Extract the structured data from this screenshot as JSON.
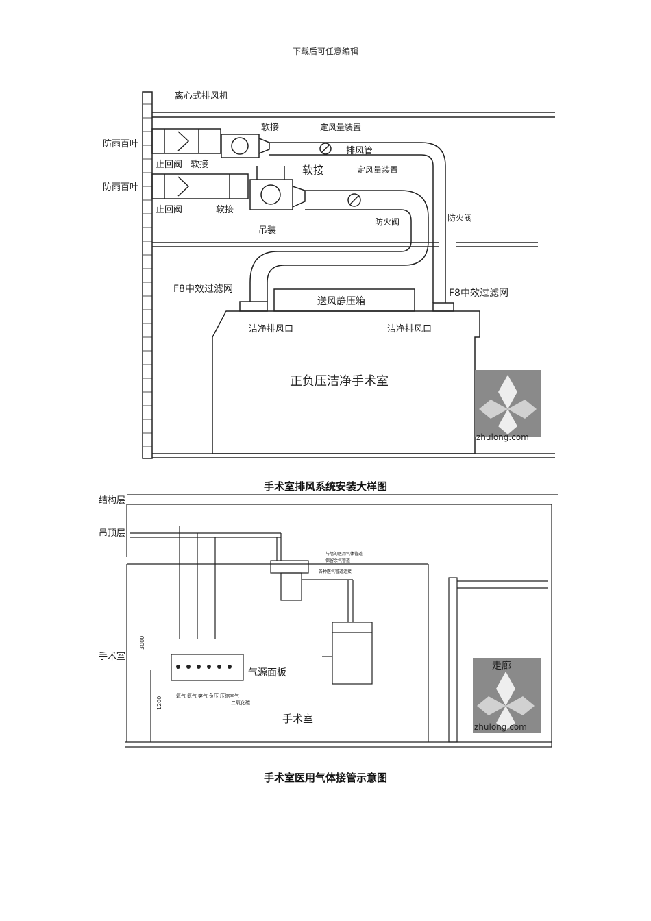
{
  "header": "下载后可任意编辑",
  "figure1": {
    "caption": "手术室排风系统安装大样图",
    "labels": {
      "fan": "离心式排风机",
      "soft1": "软接",
      "cav1": "定风量装置",
      "louver1": "防雨百叶",
      "louver2": "防雨百叶",
      "check1": "止回阀",
      "soft2": "软接",
      "exhaust_pipe": "排风管",
      "soft3": "软接",
      "cav2": "定风量装置",
      "check2": "止回阀",
      "soft4": "软接",
      "hang": "吊装",
      "fire1": "防火阀",
      "fire2": "防火阀",
      "filter1": "F8中效过滤网",
      "filter2": "F8中效过滤网",
      "plenum": "送风静压箱",
      "outlet1": "洁净排风口",
      "outlet2": "洁净排风口",
      "room": "正负压洁净手术室"
    },
    "watermark": "zhulong.com"
  },
  "figure2": {
    "caption": "手术室医用气体接管示意图",
    "labels": {
      "structure": "结构层",
      "ceiling": "吊顶层",
      "or_side": "手术室",
      "panel": "气源面板",
      "or_center": "手术室",
      "corridor": "走廊",
      "dim1": "3000",
      "dim2": "1200",
      "note1": "与墙的医用气体管道",
      "note2": "保留余气管道",
      "note3": "各种医气管道连接"
    },
    "gas_labels": [
      "氧气",
      "氮气",
      "笑气",
      "负压",
      "压缩空气",
      "二氧化碳"
    ],
    "watermark": "zhulong.com"
  }
}
